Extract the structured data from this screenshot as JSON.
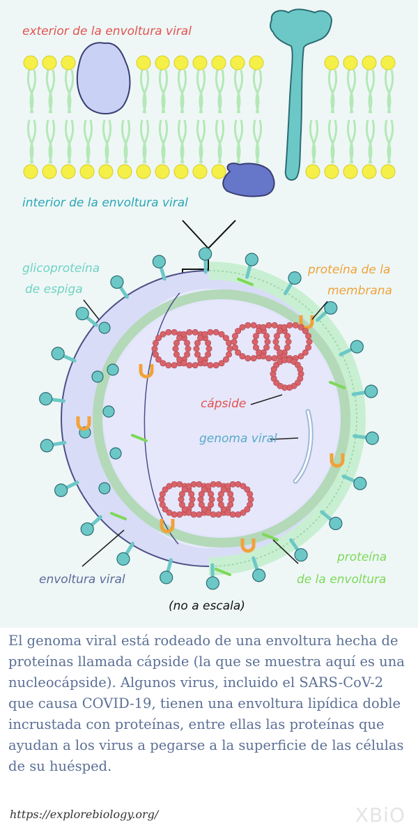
{
  "labels": {
    "exterior": "exterior de la envoltura viral",
    "interior": "interior de la envoltura viral",
    "spike_line1": "glicoproteína",
    "spike_line2": "de espiga",
    "membrane_line1": "proteína de la",
    "membrane_line2": "membrana",
    "capsid": "cápside",
    "genome": "genoma viral",
    "envelope": "envoltura viral",
    "envelope_protein_line1": "proteína",
    "envelope_protein_line2": "de la envoltura",
    "scale_note": "(no a escala)"
  },
  "caption": "El genoma viral está rodeado de una envoltura hecha de proteínas llamada cápside (la que se muestra aquí es una nucleocápside). Algunos virus, incluido el SARS-CoV-2 que causa COVID-19, tienen una envoltura lipídica doble incrustada con proteínas, entre ellas las proteínas que ayudan a los virus a pegarse a la superficie de las células de su huésped.",
  "source_url": "https://explorebiology.org/",
  "logo": "XBiO",
  "colors": {
    "exterior_label": "#e2524f",
    "interior_label": "#2ba6b5",
    "spike_label": "#6fd3c3",
    "membrane_label": "#f0a23a",
    "capsid_label": "#e2524f",
    "genome_label": "#58a9c9",
    "envelope_label": "#5b6a9a",
    "envelope_protein_label": "#7ed858",
    "caption_text": "#5b6f95",
    "lipid_head": "#f5f048",
    "lipid_tail": "#b4e8b7",
    "spike": "#6cc8c6",
    "capsid_bead": "#d9636a"
  }
}
